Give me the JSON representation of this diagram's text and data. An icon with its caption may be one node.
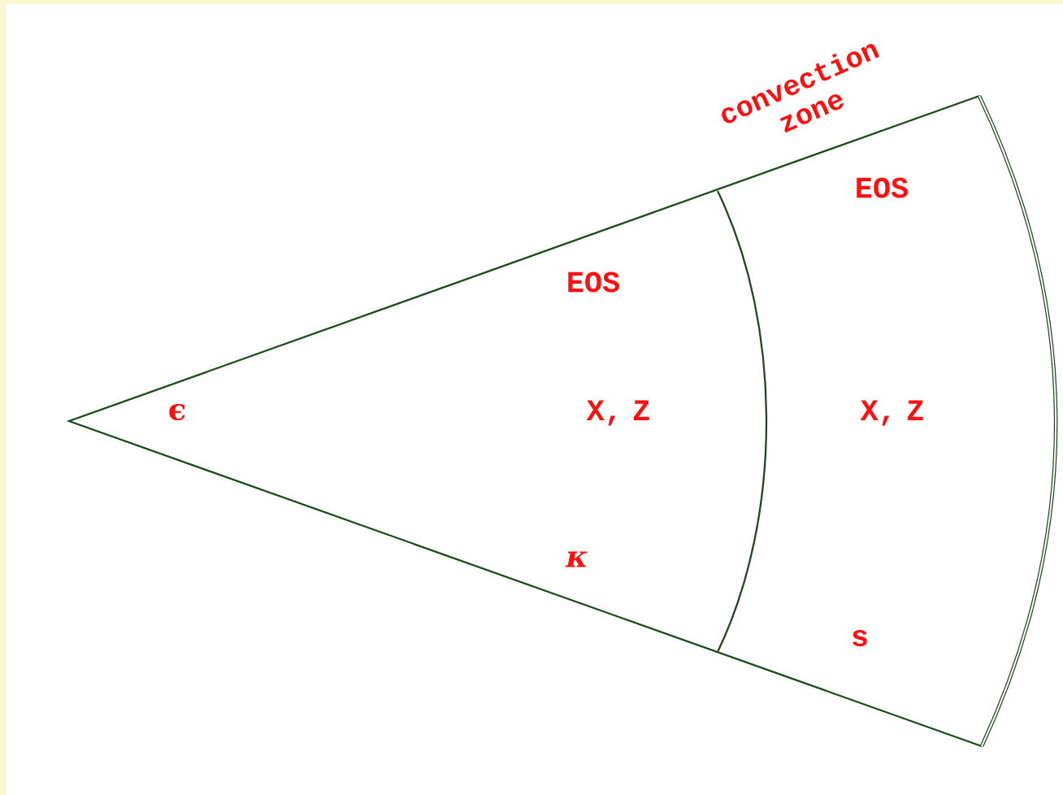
{
  "diagram": {
    "labels": [
      "convection zone",
      "EOS",
      "EOS",
      "ϵ",
      "X, Z",
      "X, Z",
      "κ",
      "s"
    ]
  }
}
